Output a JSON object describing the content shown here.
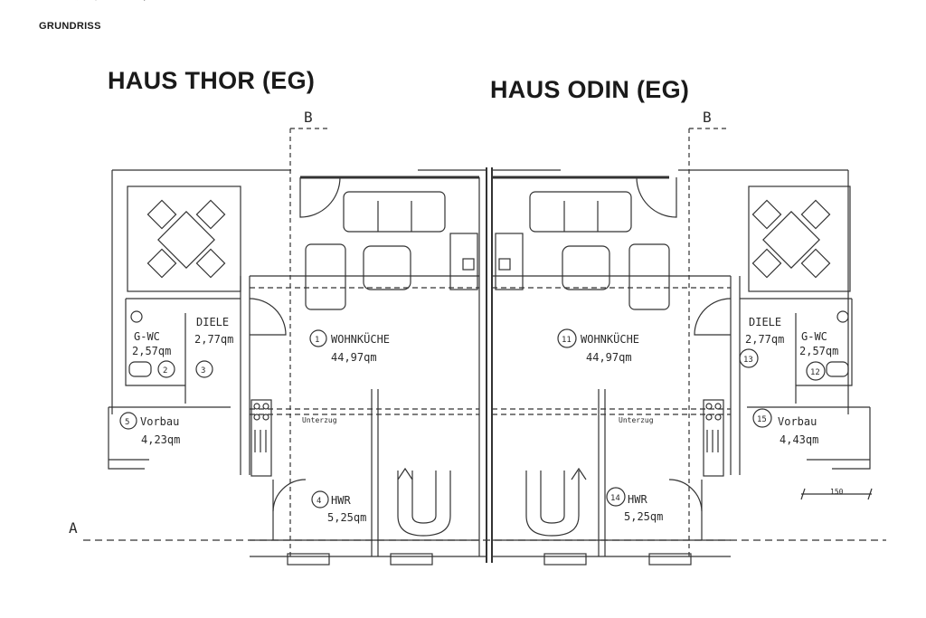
{
  "header": {
    "brand": "INGO ASGARD",
    "subtitle": "GRUNDRISS"
  },
  "houses": [
    {
      "title": "HAUS THOR (EG)"
    },
    {
      "title": "HAUS ODIN (EG)"
    }
  ],
  "section_marks": {
    "b": "B",
    "a": "A"
  },
  "beam_label": "Unterzug",
  "dimension": "150",
  "rooms_thor": [
    {
      "num": "1",
      "name": "WOHNKÜCHE",
      "area": "44,97qm"
    },
    {
      "num": "2",
      "name": "G-WC",
      "area": "2,57qm"
    },
    {
      "num": "3",
      "name": "DIELE",
      "area": "2,77qm"
    },
    {
      "num": "4",
      "name": "HWR",
      "area": "5,25qm"
    },
    {
      "num": "5",
      "name": "Vorbau",
      "area": "4,23qm"
    }
  ],
  "rooms_odin": [
    {
      "num": "11",
      "name": "WOHNKÜCHE",
      "area": "44,97qm"
    },
    {
      "num": "12",
      "name": "G-WC",
      "area": "2,57qm"
    },
    {
      "num": "13",
      "name": "DIELE",
      "area": "2,77qm"
    },
    {
      "num": "14",
      "name": "HWR",
      "area": "5,25qm"
    },
    {
      "num": "15",
      "name": "Vorbau",
      "area": "4,43qm"
    }
  ]
}
